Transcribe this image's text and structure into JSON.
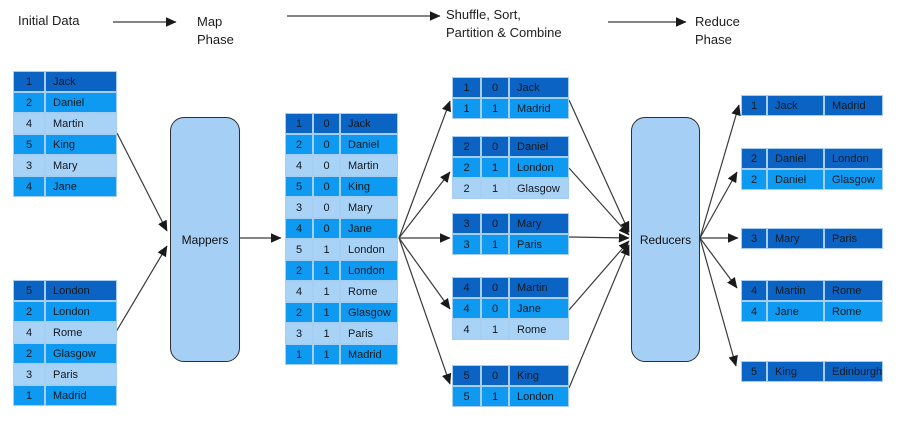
{
  "header": {
    "initial_data": "Initial Data",
    "map_phase": "Map\nPhase",
    "shuffle_phase": "Shuffle, Sort,\nPartition & Combine",
    "reduce_phase": "Reduce\nPhase"
  },
  "nodes": {
    "mappers": "Mappers",
    "reducers": "Reducers"
  },
  "colors": {
    "dark": "#0b64c4",
    "medium": "#0d9af0",
    "light": "#a9d2f7",
    "node_fill": "#a6cff5",
    "node_border": "#2f2f2f",
    "cell_border": "#a6cdf2",
    "arrow": "#383838"
  },
  "tables": {
    "input_top": [
      {
        "shade": "dark",
        "cells": [
          "1",
          "Jack"
        ]
      },
      {
        "shade": "medium",
        "cells": [
          "2",
          "Daniel"
        ]
      },
      {
        "shade": "light",
        "cells": [
          "4",
          "Martin"
        ]
      },
      {
        "shade": "medium",
        "cells": [
          "5",
          "King"
        ]
      },
      {
        "shade": "light",
        "cells": [
          "3",
          "Mary"
        ]
      },
      {
        "shade": "medium",
        "cells": [
          "4",
          "Jane"
        ]
      }
    ],
    "input_bottom": [
      {
        "shade": "dark",
        "cells": [
          "5",
          "London"
        ]
      },
      {
        "shade": "medium",
        "cells": [
          "2",
          "London"
        ]
      },
      {
        "shade": "light",
        "cells": [
          "4",
          "Rome"
        ]
      },
      {
        "shade": "medium",
        "cells": [
          "2",
          "Glasgow"
        ]
      },
      {
        "shade": "light",
        "cells": [
          "3",
          "Paris"
        ]
      },
      {
        "shade": "medium",
        "cells": [
          "1",
          "Madrid"
        ]
      }
    ],
    "mapped": [
      {
        "shade": "dark",
        "cells": [
          "1",
          "0",
          "Jack"
        ]
      },
      {
        "shade": "medium",
        "cells": [
          "2",
          "0",
          "Daniel"
        ]
      },
      {
        "shade": "light",
        "cells": [
          "4",
          "0",
          "Martin"
        ]
      },
      {
        "shade": "medium",
        "cells": [
          "5",
          "0",
          "King"
        ]
      },
      {
        "shade": "light",
        "cells": [
          "3",
          "0",
          "Mary"
        ]
      },
      {
        "shade": "medium",
        "cells": [
          "4",
          "0",
          "Jane"
        ]
      },
      {
        "shade": "light",
        "cells": [
          "5",
          "1",
          "London"
        ]
      },
      {
        "shade": "medium",
        "cells": [
          "2",
          "1",
          "London"
        ]
      },
      {
        "shade": "light",
        "cells": [
          "4",
          "1",
          "Rome"
        ]
      },
      {
        "shade": "medium",
        "cells": [
          "2",
          "1",
          "Glasgow"
        ]
      },
      {
        "shade": "light",
        "cells": [
          "3",
          "1",
          "Paris"
        ]
      },
      {
        "shade": "medium",
        "cells": [
          "1",
          "1",
          "Madrid"
        ]
      }
    ],
    "shuffle_groups": [
      [
        {
          "shade": "dark",
          "cells": [
            "1",
            "0",
            "Jack"
          ]
        },
        {
          "shade": "medium",
          "cells": [
            "1",
            "1",
            "Madrid"
          ]
        }
      ],
      [
        {
          "shade": "dark",
          "cells": [
            "2",
            "0",
            "Daniel"
          ]
        },
        {
          "shade": "medium",
          "cells": [
            "2",
            "1",
            "London"
          ]
        },
        {
          "shade": "light",
          "cells": [
            "2",
            "1",
            "Glasgow"
          ]
        }
      ],
      [
        {
          "shade": "dark",
          "cells": [
            "3",
            "0",
            "Mary"
          ]
        },
        {
          "shade": "medium",
          "cells": [
            "3",
            "1",
            "Paris"
          ]
        }
      ],
      [
        {
          "shade": "dark",
          "cells": [
            "4",
            "0",
            "Martin"
          ]
        },
        {
          "shade": "medium",
          "cells": [
            "4",
            "0",
            "Jane"
          ]
        },
        {
          "shade": "light",
          "cells": [
            "4",
            "1",
            "Rome"
          ]
        }
      ],
      [
        {
          "shade": "dark",
          "cells": [
            "5",
            "0",
            "King"
          ]
        },
        {
          "shade": "medium",
          "cells": [
            "5",
            "1",
            "London"
          ]
        }
      ]
    ],
    "output_groups": [
      [
        {
          "shade": "dark",
          "cells": [
            "1",
            "Jack",
            "Madrid"
          ]
        }
      ],
      [
        {
          "shade": "dark",
          "cells": [
            "2",
            "Daniel",
            "London"
          ]
        },
        {
          "shade": "medium",
          "cells": [
            "2",
            "Daniel",
            "Glasgow"
          ]
        }
      ],
      [
        {
          "shade": "dark",
          "cells": [
            "3",
            "Mary",
            "Paris"
          ]
        }
      ],
      [
        {
          "shade": "dark",
          "cells": [
            "4",
            "Martin",
            "Rome"
          ]
        },
        {
          "shade": "medium",
          "cells": [
            "4",
            "Jane",
            "Rome"
          ]
        }
      ],
      [
        {
          "shade": "dark",
          "cells": [
            "5",
            "King",
            "Edinburgh"
          ]
        }
      ]
    ]
  }
}
